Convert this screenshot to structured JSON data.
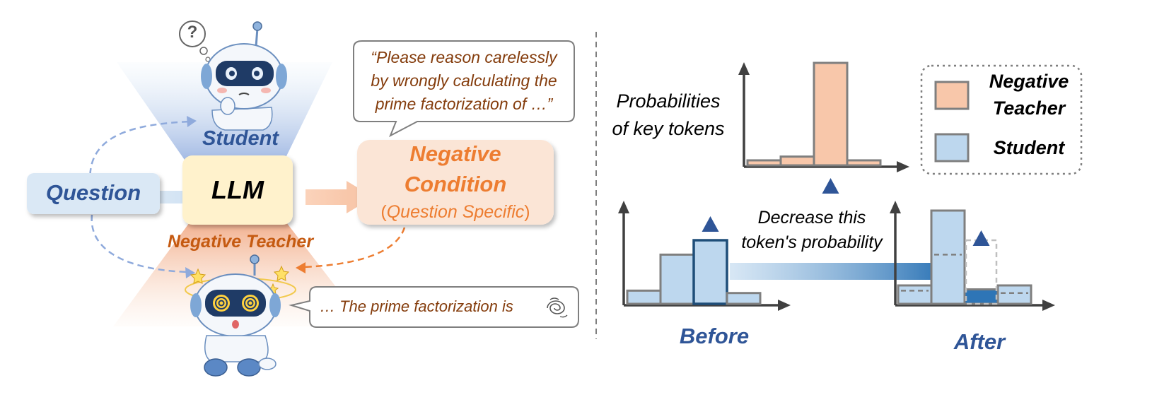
{
  "left": {
    "question_label": "Question",
    "llm_label": "LLM",
    "student_label": "Student",
    "negative_teacher_label": "Negative Teacher",
    "negative_condition_line1": "Negative",
    "negative_condition_line2": "Condition",
    "negative_condition_open_paren": "(",
    "negative_condition_inner": "Question Specific",
    "negative_condition_close_paren": ")",
    "prompt_bubble_line1": "“Please reason carelessly",
    "prompt_bubble_line2": "by wrongly calculating the",
    "prompt_bubble_line3": "prime factorization of …”",
    "teacher_bubble_text": "… The prime factorization is",
    "student_thought_symbol": "?"
  },
  "right": {
    "y_label_line1": "Probabilities",
    "y_label_line2": "of key tokens",
    "decrease_line1": "Decrease this",
    "decrease_line2": "token's probability",
    "before_label": "Before",
    "after_label": "After"
  },
  "legend": {
    "items": [
      {
        "line1": "Negative",
        "line2": "Teacher",
        "color": "#f8c7aa"
      },
      {
        "line1": "Student",
        "line2": "",
        "color": "#bdd7ee"
      }
    ]
  },
  "colors": {
    "student_blue": "#2f5597",
    "teacher_orange": "#c55a11",
    "prompt_brown": "#843c0c",
    "negative_fill": "#f8c7aa",
    "student_fill": "#bdd7ee",
    "dark_blue": "#2e75b6"
  },
  "chart_data": [
    {
      "type": "bar",
      "name": "negative-teacher-distribution",
      "series_color": "#f8c7aa",
      "values": [
        0.04,
        0.07,
        0.82,
        0.04
      ],
      "marked_index": 2
    },
    {
      "type": "bar",
      "name": "student-before",
      "series_color": "#bdd7ee",
      "values": [
        0.11,
        0.41,
        0.53,
        0.09
      ],
      "marked_index": 2
    },
    {
      "type": "bar",
      "name": "student-after",
      "series_color": "#bdd7ee",
      "values": [
        0.14,
        0.71,
        0.11,
        0.14
      ],
      "marked_index": 2,
      "previous_values": [
        0.11,
        0.41,
        0.53,
        0.09
      ]
    }
  ]
}
